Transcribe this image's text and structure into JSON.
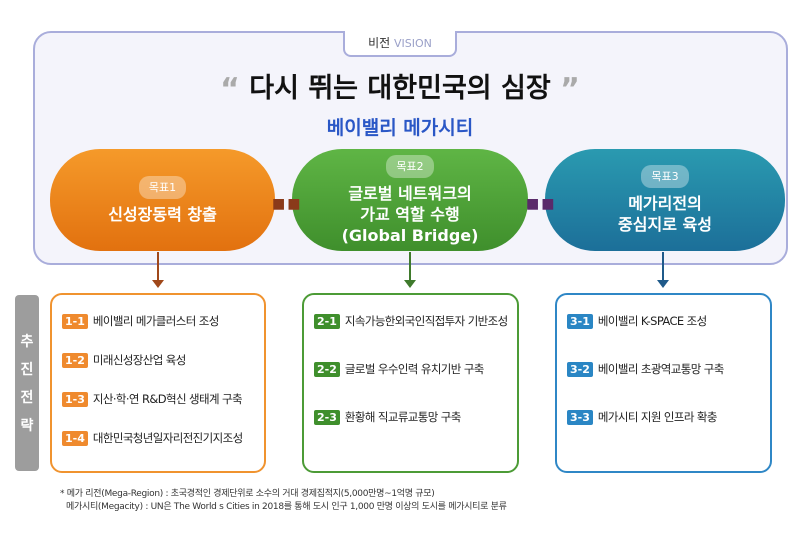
{
  "vision": {
    "label": "비전",
    "label_en": "VISION",
    "open_quote": "“",
    "title": "다시 뛰는 대한민국의 심장",
    "close_quote": "”",
    "subtitle": "베이밸리 메가시티"
  },
  "goals": [
    {
      "badge": "목표1",
      "lines": [
        "신성장동력 창출"
      ]
    },
    {
      "badge": "목표2",
      "lines": [
        "글로벌 네트워크의",
        "가교 역할 수행",
        "(Global Bridge)"
      ]
    },
    {
      "badge": "목표3",
      "lines": [
        "메가리전의",
        "중심지로 육성"
      ]
    }
  ],
  "side_label": [
    "추",
    "진",
    "전",
    "략"
  ],
  "strategies": [
    [
      {
        "num": "1-1",
        "text": "베이밸리 메가클러스터 조성"
      },
      {
        "num": "1-2",
        "text": "미래신성장산업 육성"
      },
      {
        "num": "1-3",
        "text": "지산·학·연 R&D혁신 생태계 구축"
      },
      {
        "num": "1-4",
        "text": "대한민국청년일자리전진기지조성"
      }
    ],
    [
      {
        "num": "2-1",
        "text": "지속가능한외국인직접투자 기반조성"
      },
      {
        "num": "2-2",
        "text": "글로벌 우수인력 유치기반 구축"
      },
      {
        "num": "2-3",
        "text": "환황해 직교류교통망 구축"
      }
    ],
    [
      {
        "num": "3-1",
        "text": "베이밸리 K-SPACE 조성"
      },
      {
        "num": "3-2",
        "text": "베이밸리 초광역교통망 구축"
      },
      {
        "num": "3-3",
        "text": "메가시티 지원 인프라 확충"
      }
    ]
  ],
  "footnotes": [
    "* 메가 리전(Mega-Region) : 초국경적인 경제단위로 소수의 거대 경제집적지(5,000만명~1억명 규모)",
    "메가시티(Megacity) : UN은 The World s Cities in 2018를 통해 도시 인구 1,000 만명 이상의 도시를 메가시티로 분류"
  ],
  "colors": {
    "goal1": "#e2710f",
    "goal2": "#3f8f2c",
    "goal3": "#1c6f99",
    "subtitle": "#2a57c6"
  }
}
